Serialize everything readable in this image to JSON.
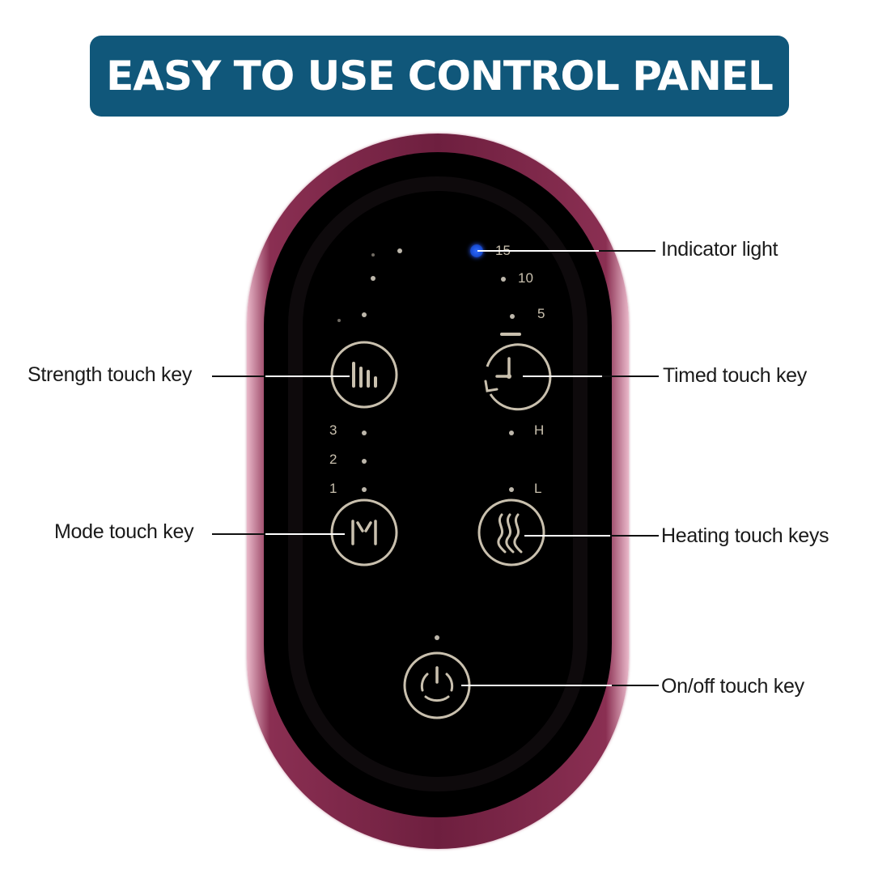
{
  "banner": {
    "title": "EASY TO USE CONTROL PANEL",
    "background": "#10577a",
    "text_color": "#ffffff"
  },
  "device": {
    "frame_color": "#7a2547",
    "face_color": "#000000",
    "indicator_color": "#1f57e6",
    "icon_color": "#c9c0ae",
    "timer_scale": [
      "15",
      "10",
      "5"
    ],
    "mode_scale": [
      "3",
      "2",
      "1"
    ],
    "heat_scale": [
      "H",
      "L"
    ],
    "keys": [
      {
        "id": "strength",
        "icon": "bars-icon"
      },
      {
        "id": "timer",
        "icon": "clock-refresh-icon"
      },
      {
        "id": "mode",
        "icon": "letter-m-icon"
      },
      {
        "id": "heating",
        "icon": "heat-waves-icon"
      },
      {
        "id": "power",
        "icon": "power-icon"
      }
    ]
  },
  "callouts": {
    "indicator": "Indicator light",
    "strength": "Strength touch key",
    "timer": "Timed touch key",
    "mode": "Mode touch key",
    "heating": "Heating touch keys",
    "power": "On/off touch key"
  }
}
